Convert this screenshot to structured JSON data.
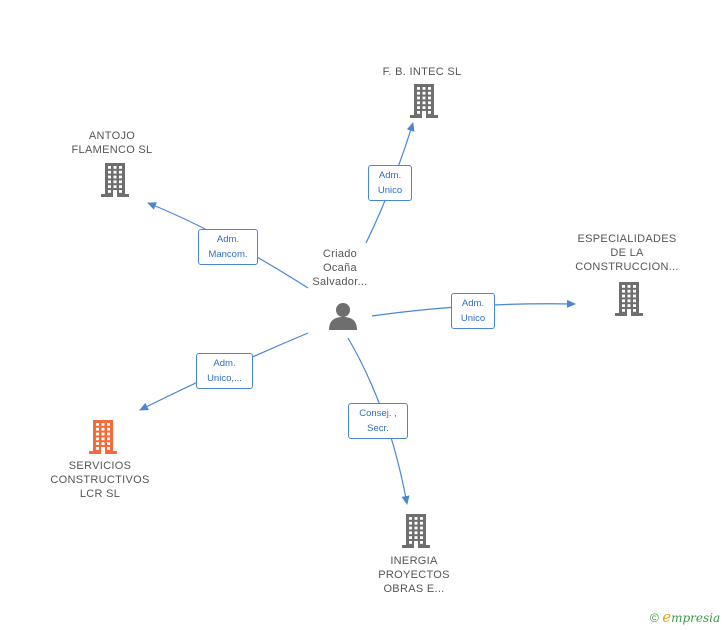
{
  "center": {
    "lines": [
      "Criado",
      "Ocaña",
      "Salvador..."
    ]
  },
  "companies": [
    {
      "id": "fb",
      "lines": [
        "F. B. INTEC SL"
      ],
      "color": "#6e6e6e"
    },
    {
      "id": "antojo",
      "lines": [
        "ANTOJO",
        "FLAMENCO SL"
      ],
      "color": "#6e6e6e"
    },
    {
      "id": "especialidades",
      "lines": [
        "ESPECIALIDADES",
        "DE LA",
        "CONSTRUCCION..."
      ],
      "color": "#6e6e6e"
    },
    {
      "id": "servicios",
      "lines": [
        "SERVICIOS",
        "CONSTRUCTIVOS",
        "LCR SL"
      ],
      "color": "#f26b3a"
    },
    {
      "id": "inergia",
      "lines": [
        "INERGIA",
        "PROYECTOS",
        "OBRAS E..."
      ],
      "color": "#6e6e6e"
    }
  ],
  "edges": [
    {
      "to": "fb",
      "label": [
        "Adm.",
        "Unico"
      ]
    },
    {
      "to": "antojo",
      "label": [
        "Adm.",
        "Mancom."
      ]
    },
    {
      "to": "especialidades",
      "label": [
        "Adm.",
        "Unico"
      ]
    },
    {
      "to": "servicios",
      "label": [
        "Adm.",
        "Unico,..."
      ]
    },
    {
      "to": "inergia",
      "label": [
        "Consej. ,",
        "Secr."
      ]
    }
  ],
  "brand": {
    "copyright": "©",
    "name_first": "e",
    "name_rest": "mpresia"
  },
  "colors": {
    "edge": "#4a86d4",
    "icon_gray": "#6e6e6e",
    "icon_highlight": "#f26b3a"
  }
}
